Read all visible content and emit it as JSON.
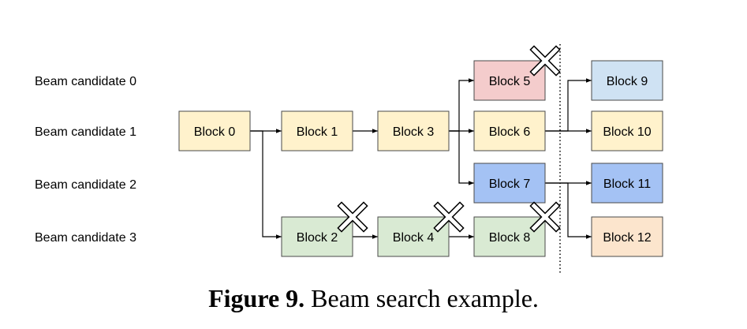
{
  "caption": {
    "label": "Figure 9.",
    "text": "Beam search example."
  },
  "rows": [
    {
      "id": "r0",
      "label": "Beam candidate 0"
    },
    {
      "id": "r1",
      "label": "Beam candidate 1"
    },
    {
      "id": "r2",
      "label": "Beam candidate 2"
    },
    {
      "id": "r3",
      "label": "Beam candidate 3"
    }
  ],
  "colors": {
    "yellow": "#fff2cc",
    "green": "#d9ead3",
    "red": "#f4cccc",
    "blue": "#a4c2f4",
    "light_blue": "#cfe2f3",
    "orange": "#fce5cd"
  },
  "blocks": [
    {
      "id": "b0",
      "label": "Block 0",
      "color": "yellow",
      "pruned": false
    },
    {
      "id": "b1",
      "label": "Block 1",
      "color": "yellow",
      "pruned": false
    },
    {
      "id": "b3",
      "label": "Block 3",
      "color": "yellow",
      "pruned": false
    },
    {
      "id": "b5",
      "label": "Block 5",
      "color": "red",
      "pruned": true
    },
    {
      "id": "b6",
      "label": "Block 6",
      "color": "yellow",
      "pruned": false
    },
    {
      "id": "b7",
      "label": "Block 7",
      "color": "blue",
      "pruned": false
    },
    {
      "id": "b2",
      "label": "Block 2",
      "color": "green",
      "pruned": true
    },
    {
      "id": "b4",
      "label": "Block 4",
      "color": "green",
      "pruned": true
    },
    {
      "id": "b8",
      "label": "Block 8",
      "color": "green",
      "pruned": true
    },
    {
      "id": "b9",
      "label": "Block 9",
      "color": "light_blue",
      "pruned": false
    },
    {
      "id": "b10",
      "label": "Block 10",
      "color": "yellow",
      "pruned": false
    },
    {
      "id": "b11",
      "label": "Block 11",
      "color": "blue",
      "pruned": false
    },
    {
      "id": "b12",
      "label": "Block 12",
      "color": "orange",
      "pruned": false
    }
  ],
  "edges": [
    [
      "b0",
      "b1"
    ],
    [
      "b0",
      "b2"
    ],
    [
      "b1",
      "b3"
    ],
    [
      "b3",
      "b5"
    ],
    [
      "b3",
      "b6"
    ],
    [
      "b3",
      "b7"
    ],
    [
      "b2",
      "b4"
    ],
    [
      "b4",
      "b8"
    ],
    [
      "b6",
      "b9"
    ],
    [
      "b6",
      "b10"
    ],
    [
      "b7",
      "b11"
    ],
    [
      "b7",
      "b12"
    ]
  ]
}
